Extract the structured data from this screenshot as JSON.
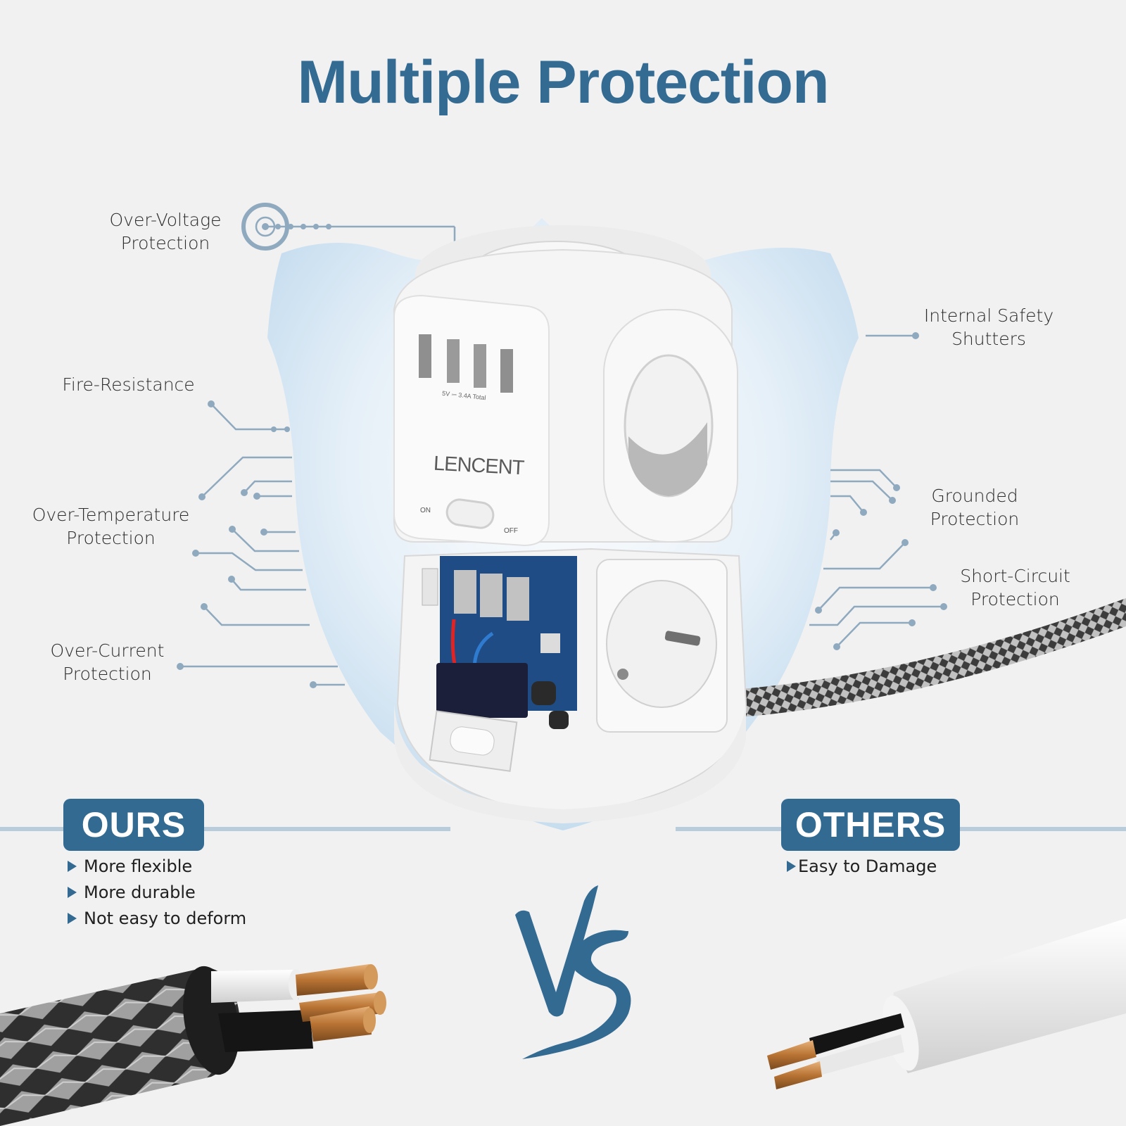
{
  "title": "Multiple Protection",
  "features": {
    "left": [
      {
        "id": "over-voltage",
        "line1": "Over-Voltage",
        "line2": "Protection"
      },
      {
        "id": "fire-resistance",
        "line1": "Fire-Resistance",
        "line2": ""
      },
      {
        "id": "over-temperature",
        "line1": "Over-Temperature",
        "line2": "Protection"
      },
      {
        "id": "over-current",
        "line1": "Over-Current",
        "line2": "Protection"
      }
    ],
    "right": [
      {
        "id": "internal-safety-shutters",
        "line1": "Internal Safety",
        "line2": "Shutters"
      },
      {
        "id": "grounded",
        "line1": "Grounded",
        "line2": "Protection"
      },
      {
        "id": "short-circuit",
        "line1": "Short-Circuit",
        "line2": "Protection"
      }
    ]
  },
  "product": {
    "brand": "LENCENT",
    "usb_spec": "5V ⎓ 3.4A Total",
    "switch_on": "ON",
    "switch_off": "OFF"
  },
  "comparison": {
    "ours": {
      "label": "OURS",
      "points": [
        "More flexible",
        "More durable",
        "Not easy to deform"
      ]
    },
    "vs_label": "VS",
    "others": {
      "label": "OTHERS",
      "points": [
        "Easy to Damage"
      ]
    }
  },
  "colors": {
    "accent": "#336a91",
    "line": "#8fa9bf",
    "shield": "#cfe3f1",
    "background": "#f1f1f1"
  }
}
